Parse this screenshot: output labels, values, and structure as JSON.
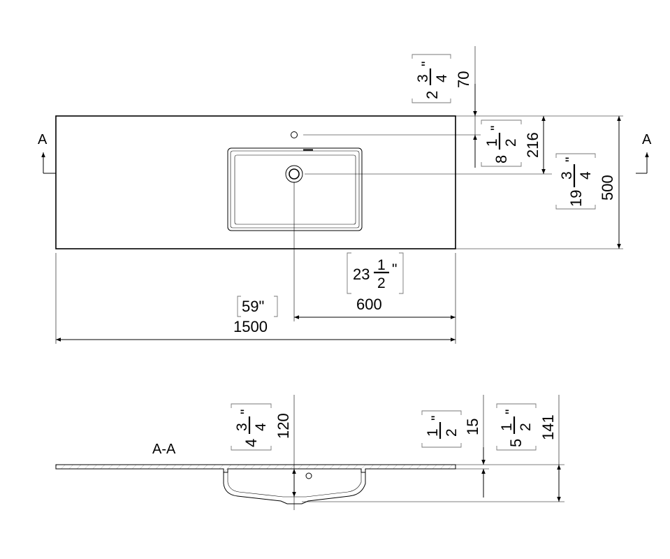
{
  "section_marker_left": "A",
  "section_marker_right": "A",
  "section_title": "A-A",
  "top_view": {
    "overall_width_mm": "1500",
    "overall_width_in": "59\"",
    "drain_offset_mm": "600",
    "drain_offset_in_whole": "23",
    "drain_offset_in_num": "1",
    "drain_offset_in_den": "2",
    "depth_mm": "500",
    "depth_in_whole": "19",
    "depth_in_num": "3",
    "depth_in_den": "4",
    "drain_from_back_mm": "216",
    "drain_from_back_in_whole": "8",
    "drain_from_back_in_num": "1",
    "drain_from_back_in_den": "2",
    "tap_hole_from_back_mm": "70",
    "tap_hole_from_back_in_whole": "2",
    "tap_hole_from_back_in_num": "3",
    "tap_hole_from_back_in_den": "4"
  },
  "section_view": {
    "bowl_depth_mm": "120",
    "bowl_depth_in_whole": "4",
    "bowl_depth_in_num": "3",
    "bowl_depth_in_den": "4",
    "top_thickness_mm": "15",
    "top_thickness_in_num": "1",
    "top_thickness_in_den": "2",
    "total_height_mm": "141",
    "total_height_in_whole": "5",
    "total_height_in_num": "1",
    "total_height_in_den": "2"
  },
  "inch_mark": "\""
}
